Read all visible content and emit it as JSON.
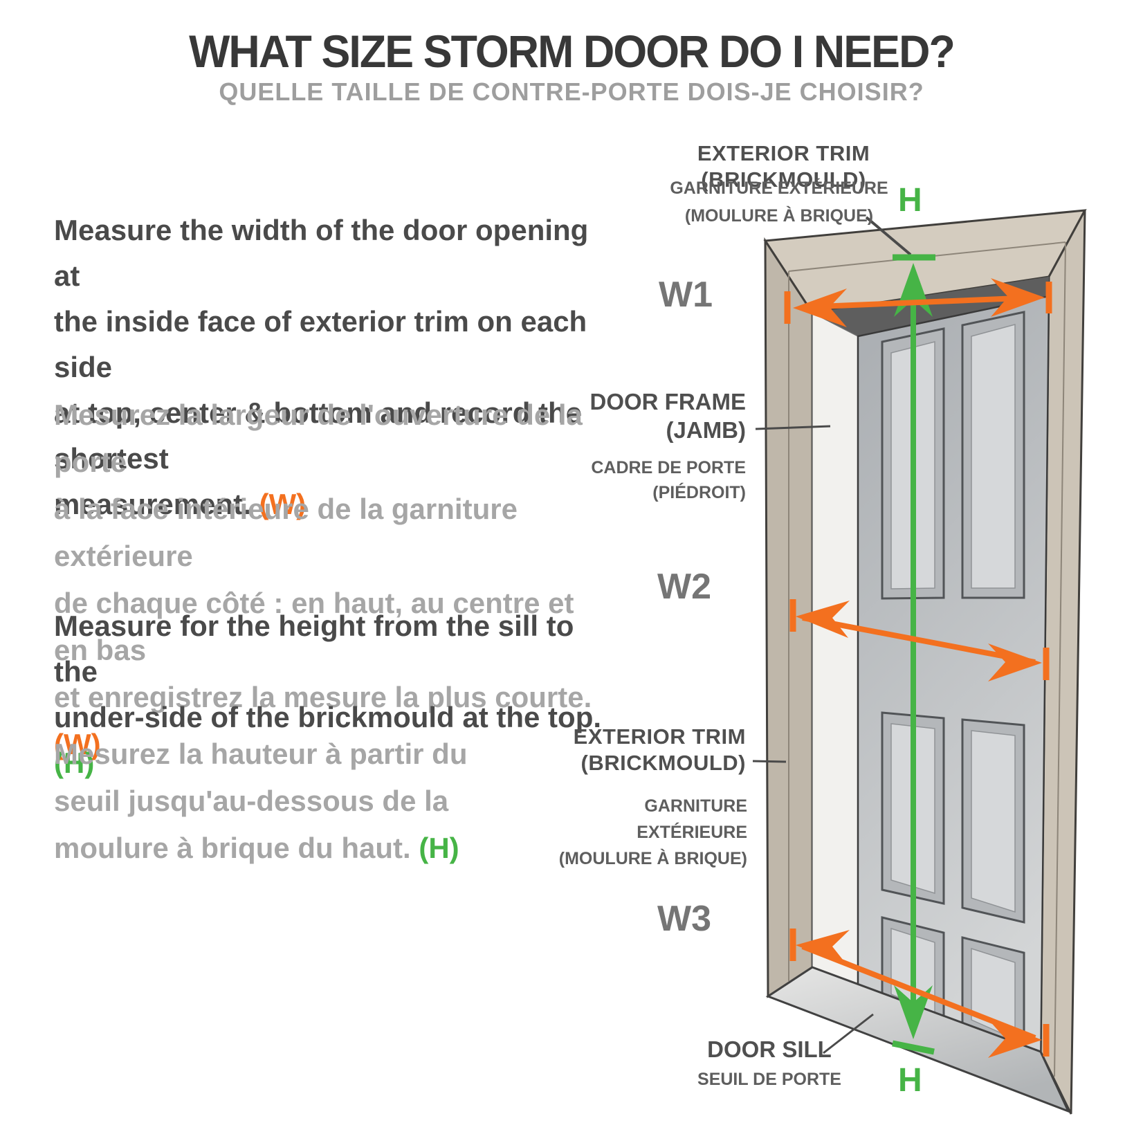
{
  "title": "WHAT SIZE STORM DOOR DO I NEED?",
  "subtitle": "QUELLE TAILLE DE CONTRE-PORTE DOIS-JE CHOISIR?",
  "colors": {
    "accent_orange": "#f3701f",
    "accent_green": "#46b446",
    "text_dark": "#4a4a4a",
    "text_light": "#a6a6a6",
    "label_gray": "#4f4f4f"
  },
  "instructions": {
    "width_en": "Measure the width of the door opening at\nthe inside face of exterior trim on each side\nat top, center & bottom and record the shortest\nmeasurement. ",
    "width_fr": "Mesurez la largeur de l'ouverture de la porte\nà la face intérieure de la garniture extérieure\nde chaque côté : en haut, au centre et en bas\net enregistrez la mesure la plus courte. ",
    "height_en": "Measure for the height from the sill to the\nunder-side of the brickmould at the top. ",
    "height_fr": "Mesurez la hauteur à partir du\nseuil jusqu'au-dessous de la\nmoulure à brique du haut. ",
    "width_marker": "(W)",
    "height_marker": "(H)"
  },
  "diagram": {
    "top_trim_en": "EXTERIOR TRIM (BRICKMOULD)",
    "top_trim_fr_1": "GARNITURE EXTÉRIEURE",
    "top_trim_fr_2": "(MOULURE À BRIQUE)",
    "door_frame_en_1": "DOOR FRAME",
    "door_frame_en_2": "(JAMB)",
    "door_frame_fr_1": "CADRE DE PORTE",
    "door_frame_fr_2": "(PIÉDROIT)",
    "side_trim_en_1": "EXTERIOR TRIM",
    "side_trim_en_2": "(BRICKMOULD)",
    "side_trim_fr_1": "GARNITURE EXTÉRIEURE",
    "side_trim_fr_2": "(MOULURE À BRIQUE)",
    "sill_en": "DOOR SILL",
    "sill_fr": "SEUIL DE PORTE",
    "w1": "W1",
    "w2": "W2",
    "w3": "W3",
    "h_top": "H",
    "h_bottom": "H"
  }
}
